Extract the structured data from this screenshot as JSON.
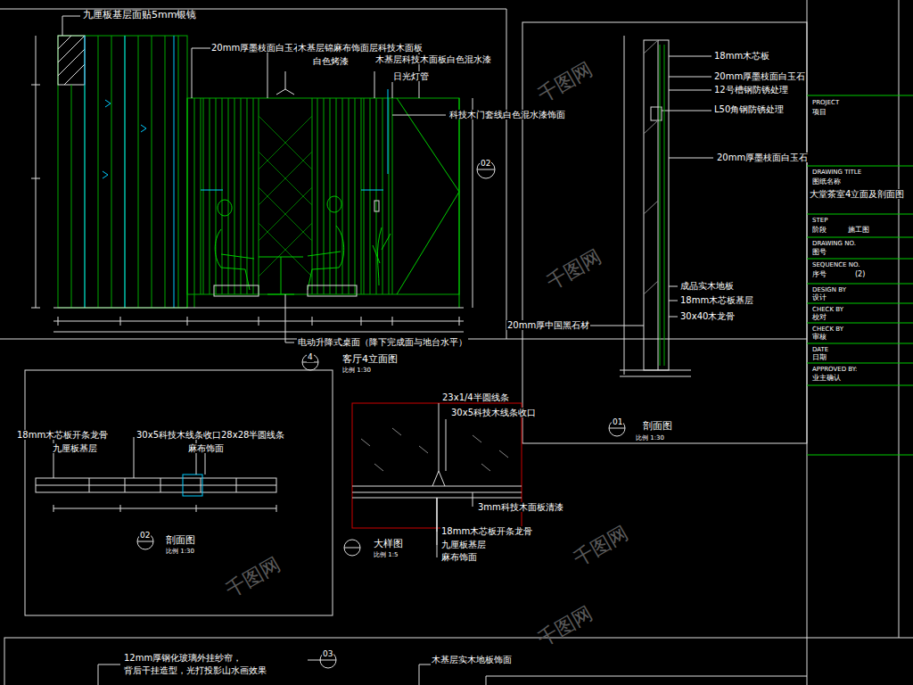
{
  "diagram": {
    "title": "大堂茶室4立面及剖面图",
    "labels": [
      "九厘板基层面贴5mm银镜",
      "20mm厚墨枝面白玉石",
      "木基层锦麻布饰面层科技木面板",
      "木基层科技木面板白色混水漆",
      "白色烤漆",
      "日光灯管",
      "科技木门套线白色混水漆饰面",
      "02",
      "电动升降式桌面（降下完成面与地台水平）",
      "4",
      "客厅4立面图",
      "比例 1:30",
      "18mm木芯板",
      "20mm厚墨枝面白玉石",
      "12号槽钢防锈处理",
      "L50角钢防锈处理",
      "20mm厚墨枝面白玉石",
      "成品实木地板",
      "18mm木芯板基层",
      "30x40木龙骨",
      "20mm厚中国黑石材",
      "01",
      "剖面图",
      "比例 1:30",
      "18mm木芯板开条龙骨",
      "九厘板基层",
      "30x5科技木线条收口28x28半圆线条",
      "麻布饰面",
      "02",
      "剖面图",
      "比例 1:30",
      "23x1/4半圆线条",
      "30x5科技木线条收口",
      "3mm科技木面板清漆",
      "18mm木芯板开条龙骨",
      "九厘板基层",
      "麻布饰面",
      "大样图",
      "比例 1:5",
      "12mm厚钢化玻璃外挂纱帘，",
      "背后干挂造型，光打投影山水画效果",
      "03",
      "木基层实木地板饰面",
      "PROJECT",
      "项目",
      "DRAWING TITLE",
      "图纸名称",
      "STEP",
      "阶段",
      "施工图",
      "DRAWING NO.",
      "图号",
      "SEQUENCE NO.",
      "序号",
      "(2)",
      "DESIGN BY",
      "设计",
      "CHECK BY",
      "校对",
      "CHECK BY",
      "审核",
      "DATE",
      "日期",
      "APPROVED BY:",
      "业主确认",
      "千图网",
      "千图网",
      "千图网",
      "千图网",
      "千图网"
    ]
  }
}
